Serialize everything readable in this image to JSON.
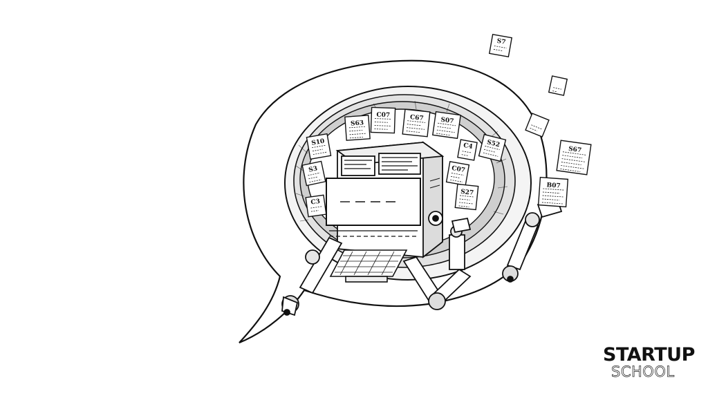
{
  "logo": {
    "line1": "STARTUP",
    "line2": "SCHOOL"
  },
  "documents": [
    {
      "code": "S63"
    },
    {
      "code": "C07"
    },
    {
      "code": "C67"
    },
    {
      "code": "S07"
    },
    {
      "code": "S10"
    },
    {
      "code": "S3"
    },
    {
      "code": "C3"
    },
    {
      "code": "C4"
    },
    {
      "code": "S52"
    },
    {
      "code": "C07"
    },
    {
      "code": "S27"
    },
    {
      "code": "S67"
    },
    {
      "code": "B07"
    },
    {
      "code": "S7"
    }
  ],
  "colors": {
    "ink": "#111111",
    "paper": "#ffffff"
  }
}
